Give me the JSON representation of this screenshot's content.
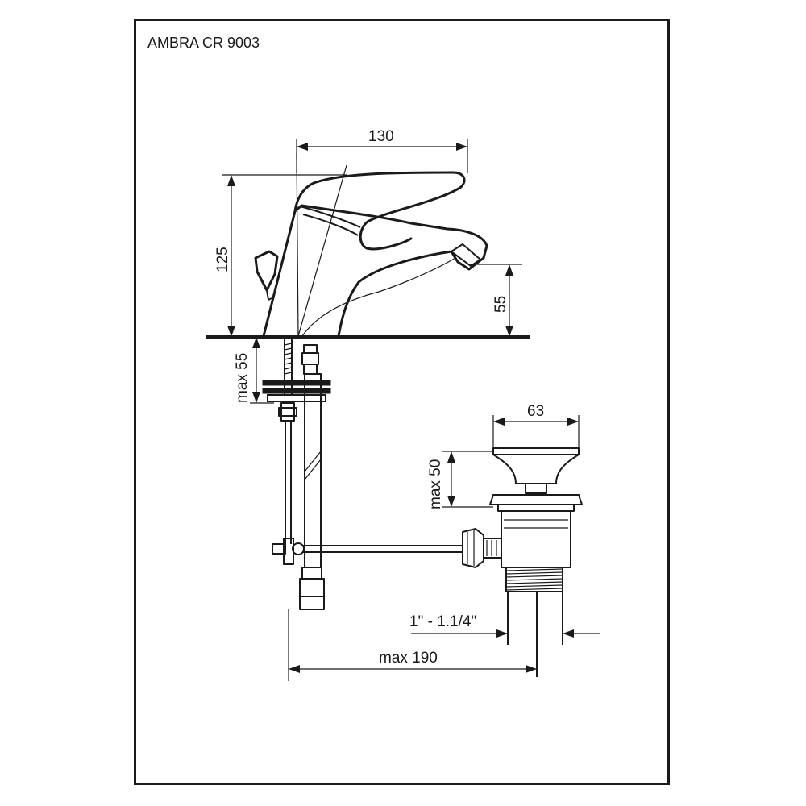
{
  "title": "AMBRA CR 9003",
  "dimensions": {
    "spout_reach": "130",
    "height": "125",
    "spout_height": "55",
    "max_deck_thickness": "max 55",
    "waste_diameter": "63",
    "max_waste_height": "max 50",
    "thread_size": "1\" - 1.1/4\"",
    "max_distance": "max 190"
  },
  "colors": {
    "line": "#1a1a1a",
    "background": "#ffffff"
  }
}
